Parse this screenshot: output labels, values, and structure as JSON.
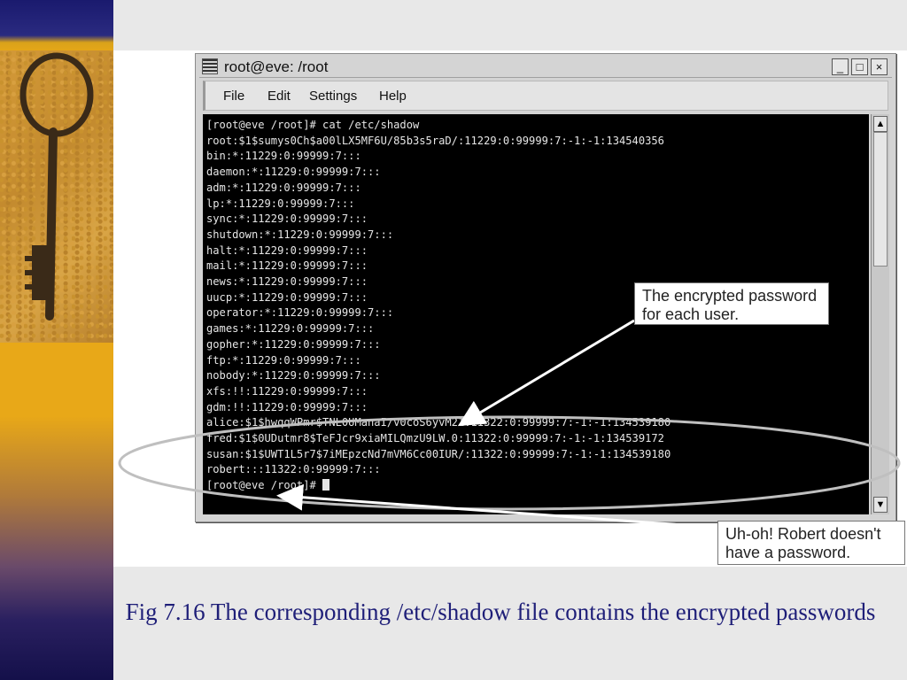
{
  "window": {
    "title": "root@eve: /root",
    "controls": {
      "minimize": "_",
      "maximize": "□",
      "close": "×"
    }
  },
  "menubar": {
    "items": [
      "File",
      "Edit",
      "Settings",
      "Help"
    ]
  },
  "terminal": {
    "lines": [
      "[root@eve /root]# cat /etc/shadow",
      "root:$1$sumys0Ch$a00lLX5MF6U/85b3s5raD/:11229:0:99999:7:-1:-1:134540356",
      "bin:*:11229:0:99999:7:::",
      "daemon:*:11229:0:99999:7:::",
      "adm:*:11229:0:99999:7:::",
      "lp:*:11229:0:99999:7:::",
      "sync:*:11229:0:99999:7:::",
      "shutdown:*:11229:0:99999:7:::",
      "halt:*:11229:0:99999:7:::",
      "mail:*:11229:0:99999:7:::",
      "news:*:11229:0:99999:7:::",
      "uucp:*:11229:0:99999:7:::",
      "operator:*:11229:0:99999:7:::",
      "games:*:11229:0:99999:7:::",
      "gopher:*:11229:0:99999:7:::",
      "ftp:*:11229:0:99999:7:::",
      "nobody:*:11229:0:99999:7:::",
      "xfs:!!:11229:0:99999:7:::",
      "gdm:!!:11229:0:99999:7:::",
      "alice:$1$hwqqWPmr$TNL0UManaI/v0coS6yvM21:11322:0:99999:7:-1:-1:134539180",
      "fred:$1$0UDutmr8$TeFJcr9xiaMILQmzU9LW.0:11322:0:99999:7:-1:-1:134539172",
      "susan:$1$UWT1L5r7$7iMEpzcNd7mVM6Cc00IUR/:11322:0:99999:7:-1:-1:134539180",
      "robert:::11322:0:99999:7:::"
    ],
    "prompt": "[root@eve /root]# "
  },
  "callouts": {
    "encrypted": "The encrypted password for each user.",
    "robert": "Uh-oh! Robert doesn't have a password."
  },
  "caption": "Fig 7.16  The corresponding /etc/shadow file contains the encrypted passwords",
  "colors": {
    "caption": "#1e1e78",
    "terminal_bg": "#000000",
    "terminal_fg": "#e6e6e6",
    "annotation": "#bfbfbf"
  }
}
